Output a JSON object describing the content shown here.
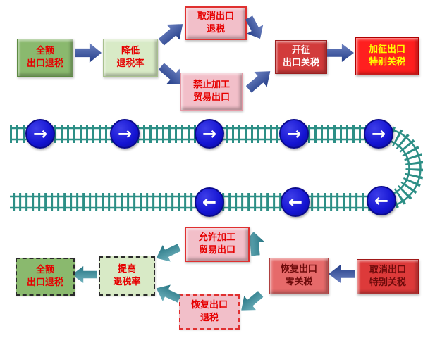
{
  "nodes": {
    "top_full_rebate": "全额\n出口退税",
    "lower_rebate_rate": "降低\n退税率",
    "cancel_export_rebate": "取消出口\n退税",
    "ban_processing_export": "禁止加工\n贸易出口",
    "levy_export_tariff": "开征\n出口关税",
    "add_special_tariff": "加征出口\n特别关税",
    "cancel_special_tariff": "取消出口\n特别关税",
    "restore_zero_tariff": "恢复出口\n零关税",
    "allow_processing_export": "允许加工\n贸易出口",
    "restore_export_rebate": "恢复出口\n退税",
    "raise_rebate_rate": "提高\n退税率",
    "bottom_full_rebate": "全额\n出口退税"
  },
  "signs": {
    "right_glyph": "→",
    "left_glyph": "←"
  },
  "colors": {
    "arrow_blue": "#2b4aa6",
    "arrow_teal": "#2e8fa0",
    "sign_blue": "#1414d2",
    "track_teal": "#2d8f86",
    "green_dark": "#8ab96e",
    "green_light": "#d8eac6",
    "pink": "#f2bfc9",
    "red_mid": "#d23b3b",
    "red_bright": "#ff1f1f",
    "red_soft": "#e66a6a",
    "red_cancel": "#dd3a3a",
    "text_red": "#e60000",
    "text_yellow": "#ffff00",
    "text_white": "#ffffff",
    "text_darkred": "#6e0b0b"
  }
}
